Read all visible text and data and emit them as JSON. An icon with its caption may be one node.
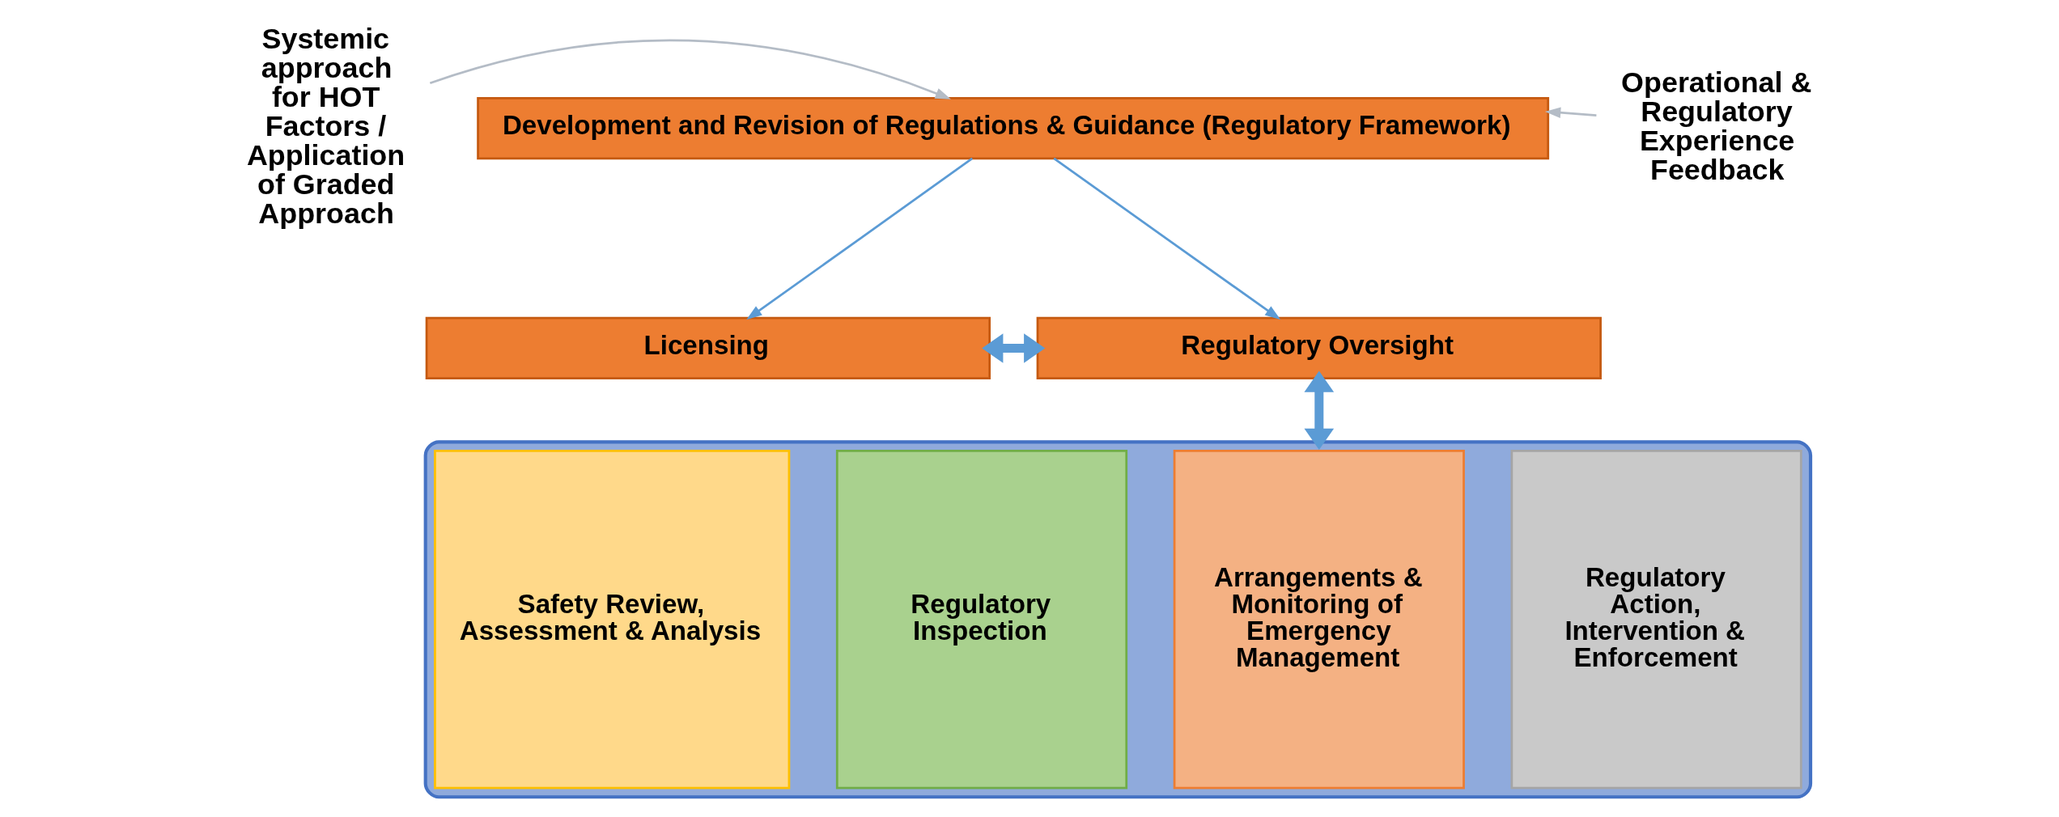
{
  "diagram": {
    "nodes": [
      {
        "text": [
          "Development and Revision of Regulations & Guidance (Regulatory Framework)"
        ]
      },
      {
        "text": [
          "Licensing"
        ]
      },
      {
        "text": [
          "Regulatory Oversight"
        ]
      },
      {
        "text": [],
        "shape": "box"
      },
      {
        "text": [
          "Safety Review, Assessment & Analysis"
        ],
        "in": 3
      },
      {
        "text": [
          "Regulatory Inspection"
        ],
        "in": 3
      },
      {
        "text": [
          "Arrangements & Monitoring of Emergency Management"
        ],
        "in": 3
      },
      {
        "text": [
          "Regulatory Action, Intervention & Enforcement"
        ],
        "in": 3
      },
      {
        "text": [
          "Systemic approach for HOT Factors / Application of Graded Approach"
        ]
      },
      {
        "text": [
          "Operational & Regulatory Experience Feedback"
        ]
      }
    ],
    "edges": [
      {
        "from": 0,
        "to": 1,
        "arrow": "to"
      },
      {
        "from": 0,
        "to": 2,
        "arrow": "to"
      },
      {
        "from": 1,
        "to": 2,
        "arrow": "both",
        "style": "thick"
      },
      {
        "from": 2,
        "to": 3,
        "arrow": "both",
        "style": "thick"
      },
      {
        "from": 8,
        "to": 0,
        "arrow": "to",
        "color": "#b4bcc6"
      },
      {
        "from": 9,
        "to": 0,
        "arrow": "to",
        "color": "#b4bcc6"
      }
    ]
  }
}
